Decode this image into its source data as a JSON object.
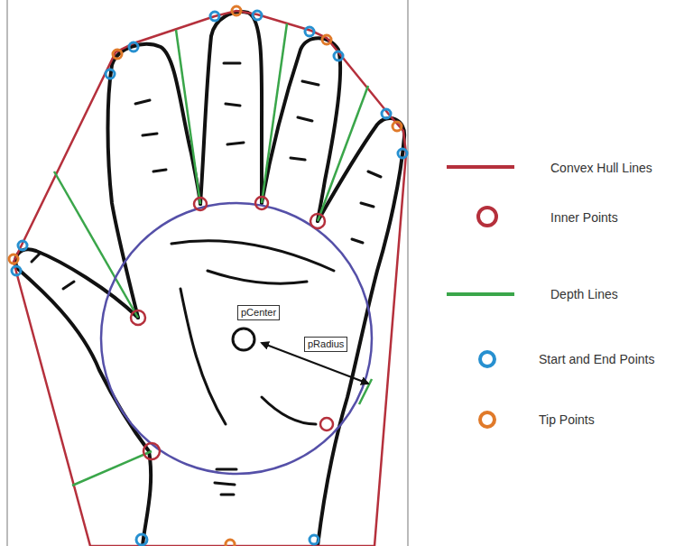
{
  "diagram": {
    "nodes": [
      {
        "text": [
          "pCenter"
        ]
      },
      {
        "text": [
          "pRadius"
        ]
      }
    ],
    "legend": [
      {
        "text": "Convex Hull Lines"
      },
      {
        "text": "Inner Points"
      },
      {
        "text": "Depth Lines"
      },
      {
        "text": "Start and End Points"
      },
      {
        "text": "Tip Points"
      }
    ]
  }
}
